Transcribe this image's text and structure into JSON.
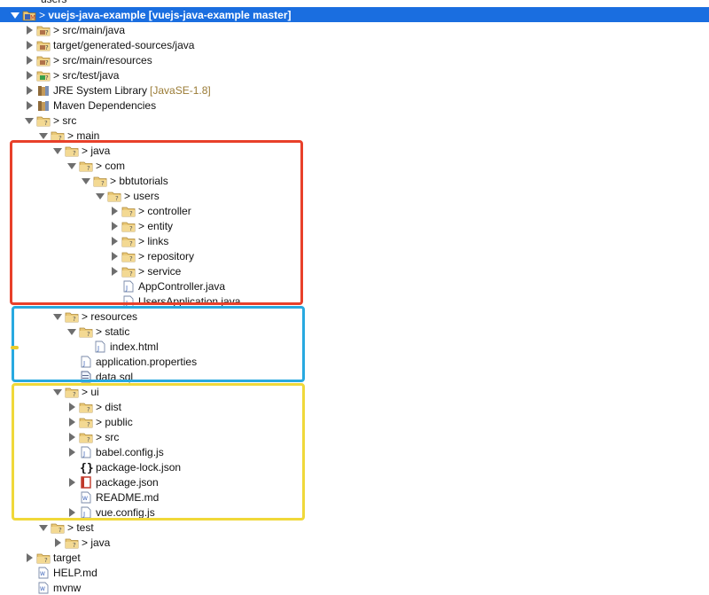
{
  "top_clipped": "users",
  "rows": [
    {
      "label": "vuejs-java-example [vuejs-java-example master]",
      "icon": "project",
      "tw": "expanded",
      "depth": 0,
      "selected": true,
      "prefix": "> "
    },
    {
      "label": "src/main/java",
      "icon": "srcfolder",
      "tw": "collapsed",
      "depth": 1,
      "prefix": "> "
    },
    {
      "label": "target/generated-sources/java",
      "icon": "srcfolder",
      "tw": "collapsed",
      "depth": 1
    },
    {
      "label": "src/main/resources",
      "icon": "srcfolder",
      "tw": "collapsed",
      "depth": 1,
      "prefix": "> "
    },
    {
      "label": "src/test/java",
      "icon": "srcfolder-green",
      "tw": "collapsed",
      "depth": 1,
      "prefix": "> "
    },
    {
      "label": "JRE System Library",
      "decoration": "[JavaSE-1.8]",
      "icon": "library",
      "tw": "collapsed",
      "depth": 1
    },
    {
      "label": "Maven Dependencies",
      "icon": "library",
      "tw": "collapsed",
      "depth": 1
    },
    {
      "label": "src",
      "icon": "folder",
      "tw": "expanded",
      "depth": 1,
      "prefix": "> "
    },
    {
      "label": "main",
      "icon": "folder",
      "tw": "expanded",
      "depth": 2,
      "prefix": "> "
    },
    {
      "label": "java",
      "icon": "folder",
      "tw": "expanded",
      "depth": 3,
      "prefix": "> "
    },
    {
      "label": "com",
      "icon": "folder",
      "tw": "expanded",
      "depth": 4,
      "prefix": "> "
    },
    {
      "label": "bbtutorials",
      "icon": "folder",
      "tw": "expanded",
      "depth": 5,
      "prefix": "> "
    },
    {
      "label": "users",
      "icon": "folder",
      "tw": "expanded",
      "depth": 6,
      "prefix": "> "
    },
    {
      "label": "controller",
      "icon": "folder",
      "tw": "collapsed",
      "depth": 7,
      "prefix": "> "
    },
    {
      "label": "entity",
      "icon": "folder",
      "tw": "collapsed",
      "depth": 7,
      "prefix": "> "
    },
    {
      "label": "links",
      "icon": "folder",
      "tw": "collapsed",
      "depth": 7,
      "prefix": "> "
    },
    {
      "label": "repository",
      "icon": "folder",
      "tw": "collapsed",
      "depth": 7,
      "prefix": "> "
    },
    {
      "label": "service",
      "icon": "folder",
      "tw": "collapsed",
      "depth": 7,
      "prefix": "> "
    },
    {
      "label": "AppController.java",
      "icon": "file",
      "tw": "none",
      "depth": 7
    },
    {
      "label": "UsersApplication.java",
      "icon": "file",
      "tw": "none",
      "depth": 7
    },
    {
      "label": "resources",
      "icon": "folder",
      "tw": "expanded",
      "depth": 3,
      "prefix": "> "
    },
    {
      "label": "static",
      "icon": "folder",
      "tw": "expanded",
      "depth": 4,
      "prefix": "> "
    },
    {
      "label": "index.html",
      "icon": "file",
      "tw": "none",
      "depth": 5
    },
    {
      "label": "application.properties",
      "icon": "file",
      "tw": "none",
      "depth": 4
    },
    {
      "label": "data.sql",
      "icon": "file-db",
      "tw": "none",
      "depth": 4
    },
    {
      "label": "ui",
      "icon": "folder",
      "tw": "expanded",
      "depth": 3,
      "prefix": "> "
    },
    {
      "label": "dist",
      "icon": "folder",
      "tw": "collapsed",
      "depth": 4,
      "prefix": "> "
    },
    {
      "label": "public",
      "icon": "folder",
      "tw": "collapsed",
      "depth": 4,
      "prefix": "> "
    },
    {
      "label": "src",
      "icon": "folder",
      "tw": "collapsed",
      "depth": 4,
      "prefix": "> "
    },
    {
      "label": "babel.config.js",
      "icon": "file",
      "tw": "collapsed",
      "depth": 4
    },
    {
      "label": "package-lock.json",
      "icon": "json",
      "tw": "none",
      "depth": 4
    },
    {
      "label": "package.json",
      "icon": "file-red",
      "tw": "collapsed",
      "depth": 4
    },
    {
      "label": "README.md",
      "icon": "file-w",
      "tw": "none",
      "depth": 4
    },
    {
      "label": "vue.config.js",
      "icon": "file",
      "tw": "collapsed",
      "depth": 4
    },
    {
      "label": "test",
      "icon": "folder",
      "tw": "expanded",
      "depth": 2,
      "prefix": "> "
    },
    {
      "label": "java",
      "icon": "folder",
      "tw": "collapsed",
      "depth": 3,
      "prefix": "> "
    },
    {
      "label": "target",
      "icon": "folder",
      "tw": "collapsed",
      "depth": 1
    },
    {
      "label": "HELP.md",
      "icon": "file-w",
      "tw": "none",
      "depth": 1
    },
    {
      "label": "mvnw",
      "icon": "file-w",
      "tw": "none",
      "depth": 1
    }
  ],
  "highlights": [
    {
      "name": "java-package-highlight",
      "color": "#e8402a"
    },
    {
      "name": "resources-highlight",
      "color": "#28a9e0"
    },
    {
      "name": "ui-highlight",
      "color": "#f0d83a"
    }
  ],
  "colors": {
    "selection": "#1a6ee0",
    "decoration": "#9a7b35"
  }
}
